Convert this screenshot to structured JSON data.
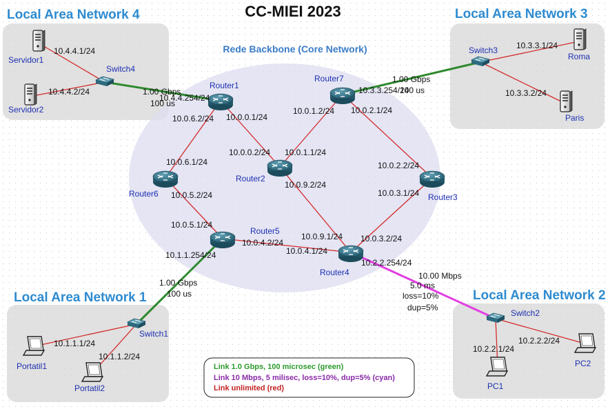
{
  "title": "CC-MIEI 2023",
  "backbone_title": "Rede Backbone (Core Network)",
  "lans": {
    "lan1": "Local Area Network 1",
    "lan2": "Local Area Network 2",
    "lan3": "Local Area Network 3",
    "lan4": "Local Area Network 4"
  },
  "nodes": {
    "router1": "Router1",
    "router2": "Router2",
    "router3": "Router3",
    "router4": "Router4",
    "router5": "Router5",
    "router6": "Router6",
    "router7": "Router7",
    "switch1": "Switch1",
    "switch2": "Switch2",
    "switch3": "Switch3",
    "switch4": "Switch4",
    "servidor1": "Servidor1",
    "servidor2": "Servidor2",
    "roma": "Roma",
    "paris": "Paris",
    "portatil1": "Portatil1",
    "portatil2": "Portatil2",
    "pc1": "PC1",
    "pc2": "PC2"
  },
  "ips": {
    "servidor1": "10.4.4.1/24",
    "servidor2": "10.4.4.2/24",
    "router1_lan4": "10.4.4.254/24",
    "router1_r2": "10.0.0.1/24",
    "router1_r6": "10.0.6.2/24",
    "router2_r1": "10.0.0.2/24",
    "router2_r7": "10.0.1.1/24",
    "router2_r4": "10.0.9.2/24",
    "router7_r2": "10.0.1.2/24",
    "router7_r3": "10.0.2.1/24",
    "router7_lan3": "10.3.3.254/24",
    "roma": "10.3.3.1/24",
    "paris": "10.3.3.2/24",
    "router3_r7": "10.0.2.2/24",
    "router3_r4": "10.0.3.1/24",
    "router6_r1": "10.0.6.1/24",
    "router6_r5": "10.0.5.2/24",
    "router5_r6": "10.0.5.1/24",
    "router5_r4": "10.0.4.2/24",
    "router5_lan1": "10.1.1.254/24",
    "router4_r2": "10.0.9.1/24",
    "router4_r3": "10.0.3.2/24",
    "router4_r5": "10.0.4.1/24",
    "router4_lan2": "10.2.2.254/24",
    "portatil1": "10.1.1.1/24",
    "portatil2": "10.1.1.2/24",
    "pc1": "10.2.2.1/24",
    "pc2": "10.2.2.2/24"
  },
  "link_labels": {
    "r1_sw4_bw": "1.00 Gbps",
    "r1_sw4_delay": "100 us",
    "r7_sw3_bw": "1.00 Gbps",
    "r7_sw3_delay": "100 us",
    "r5_sw1_bw": "1.00 Gbps",
    "r5_sw1_delay": "100 us",
    "r4_sw2_bw": "10.00 Mbps",
    "r4_sw2_delay": "5.0 ms",
    "r4_sw2_loss": "loss=10%",
    "r4_sw2_dup": "dup=5%"
  },
  "legend": {
    "green": "Link 1.0 Gbps, 100 microsec (green)",
    "cyan": "Link 10 Mbps, 5 milisec, loss=10%, dup=5% (cyan)",
    "red": "Link unlimited (red)"
  },
  "colors": {
    "green_link": "#2f8a2f",
    "cyan_link": "#e23ee2",
    "red_link": "#d42a2a",
    "lan_title": "#2e8bd0",
    "node_label": "#1d2fb0"
  }
}
